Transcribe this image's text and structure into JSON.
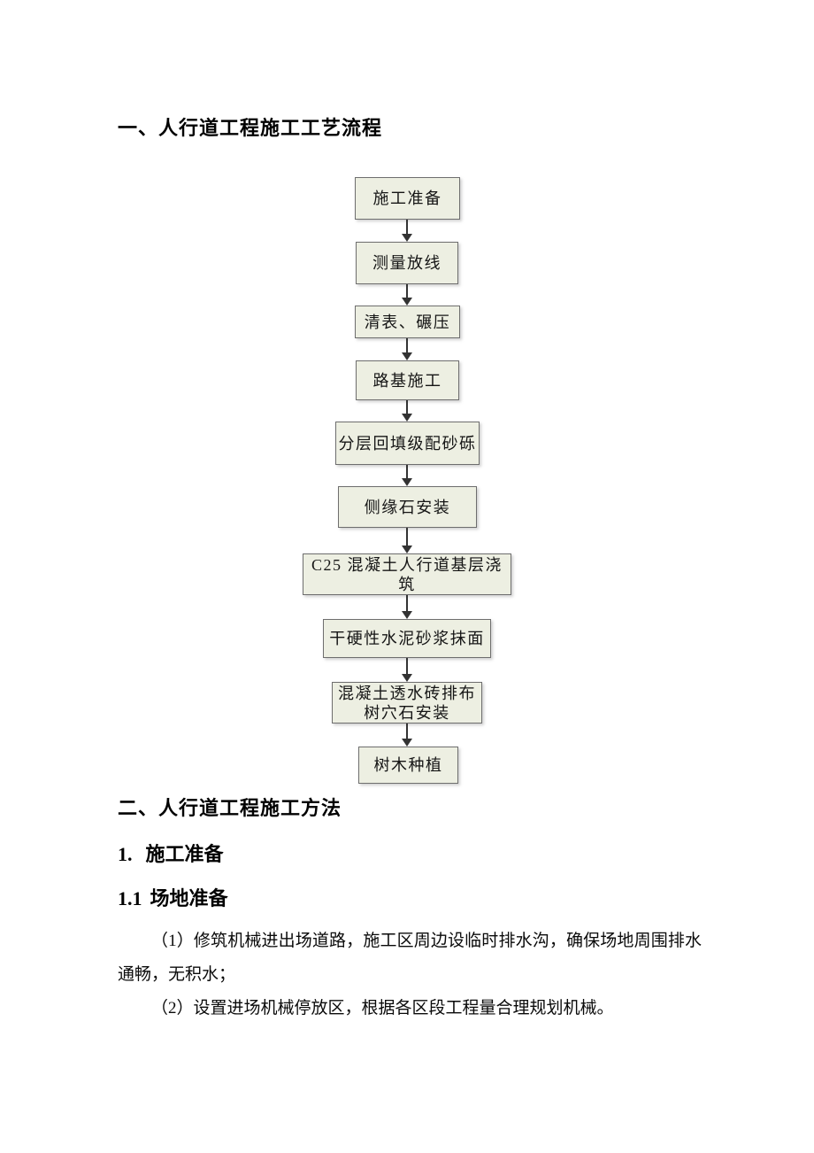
{
  "headings": {
    "h1_process": "一、人行道工程施工工艺流程",
    "h1_method": "二、人行道工程施工方法",
    "h2_num": "1.",
    "h2_label": "施工准备",
    "h3_num": "1.1",
    "h3_label": "场地准备"
  },
  "flowchart": {
    "steps": [
      {
        "label": "施工准备"
      },
      {
        "label": "测量放线"
      },
      {
        "label": "清表、碾压"
      },
      {
        "label": "路基施工"
      },
      {
        "label": "分层回填级配砂砾"
      },
      {
        "label": "侧缘石安装"
      },
      {
        "label": "C25 混凝土人行道基层浇筑"
      },
      {
        "label": "干硬性水泥砂浆抹面"
      },
      {
        "label": "混凝土透水砖排布\n树穴石安装"
      },
      {
        "label": "树木种植"
      }
    ]
  },
  "body": {
    "p1": "（1）修筑机械进出场道路，施工区周边设临时排水沟，确保场地周围排水通畅，无积水；",
    "p2": "（2）设置进场机械停放区，根据各区段工程量合理规划机械。"
  },
  "colors": {
    "page_background": "#ffffff",
    "box_fill": "#edefe2",
    "box_border": "#6e6e6e",
    "arrow": "#333333",
    "text": "#000000"
  }
}
